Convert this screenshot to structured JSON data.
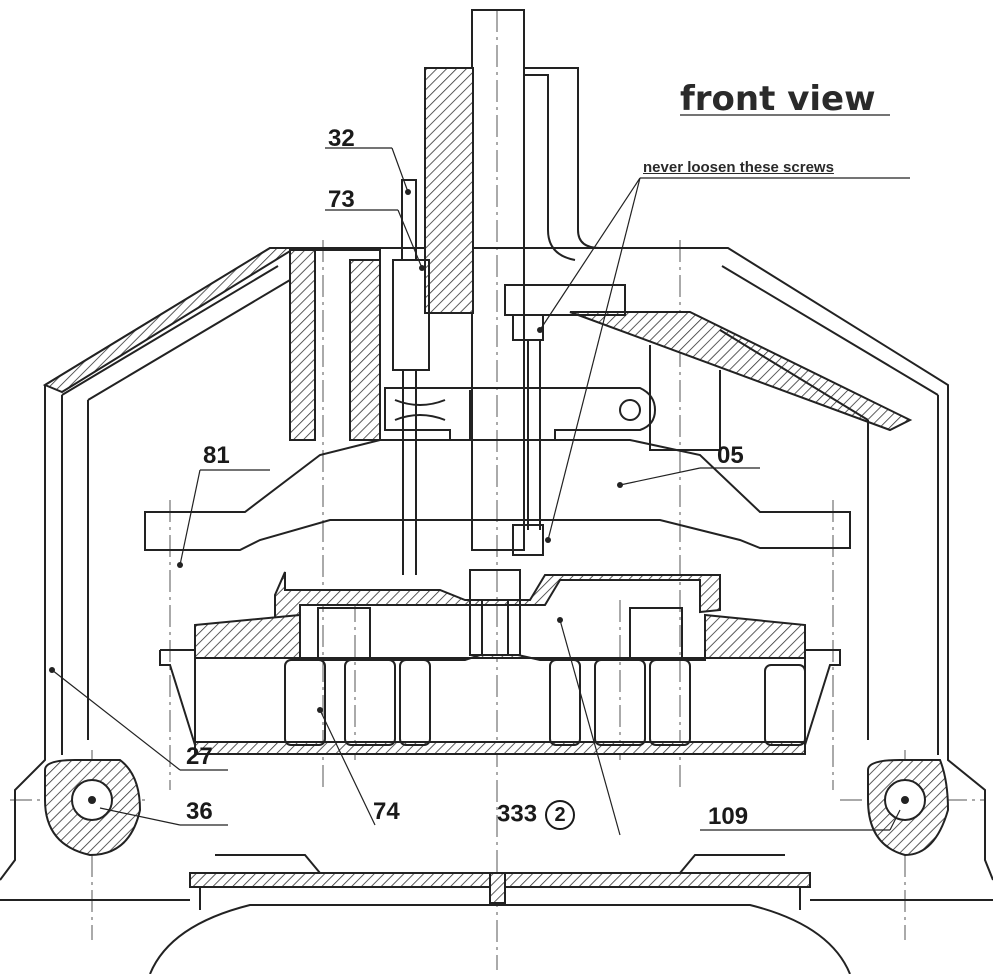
{
  "title": "front view",
  "note": "never loosen these screws",
  "labels": {
    "p32": "32",
    "p73": "73",
    "p81": "81",
    "p05": "05",
    "p27": "27",
    "p36": "36",
    "p74": "74",
    "p333": "333",
    "p333_circled": "2",
    "p109": "109"
  }
}
